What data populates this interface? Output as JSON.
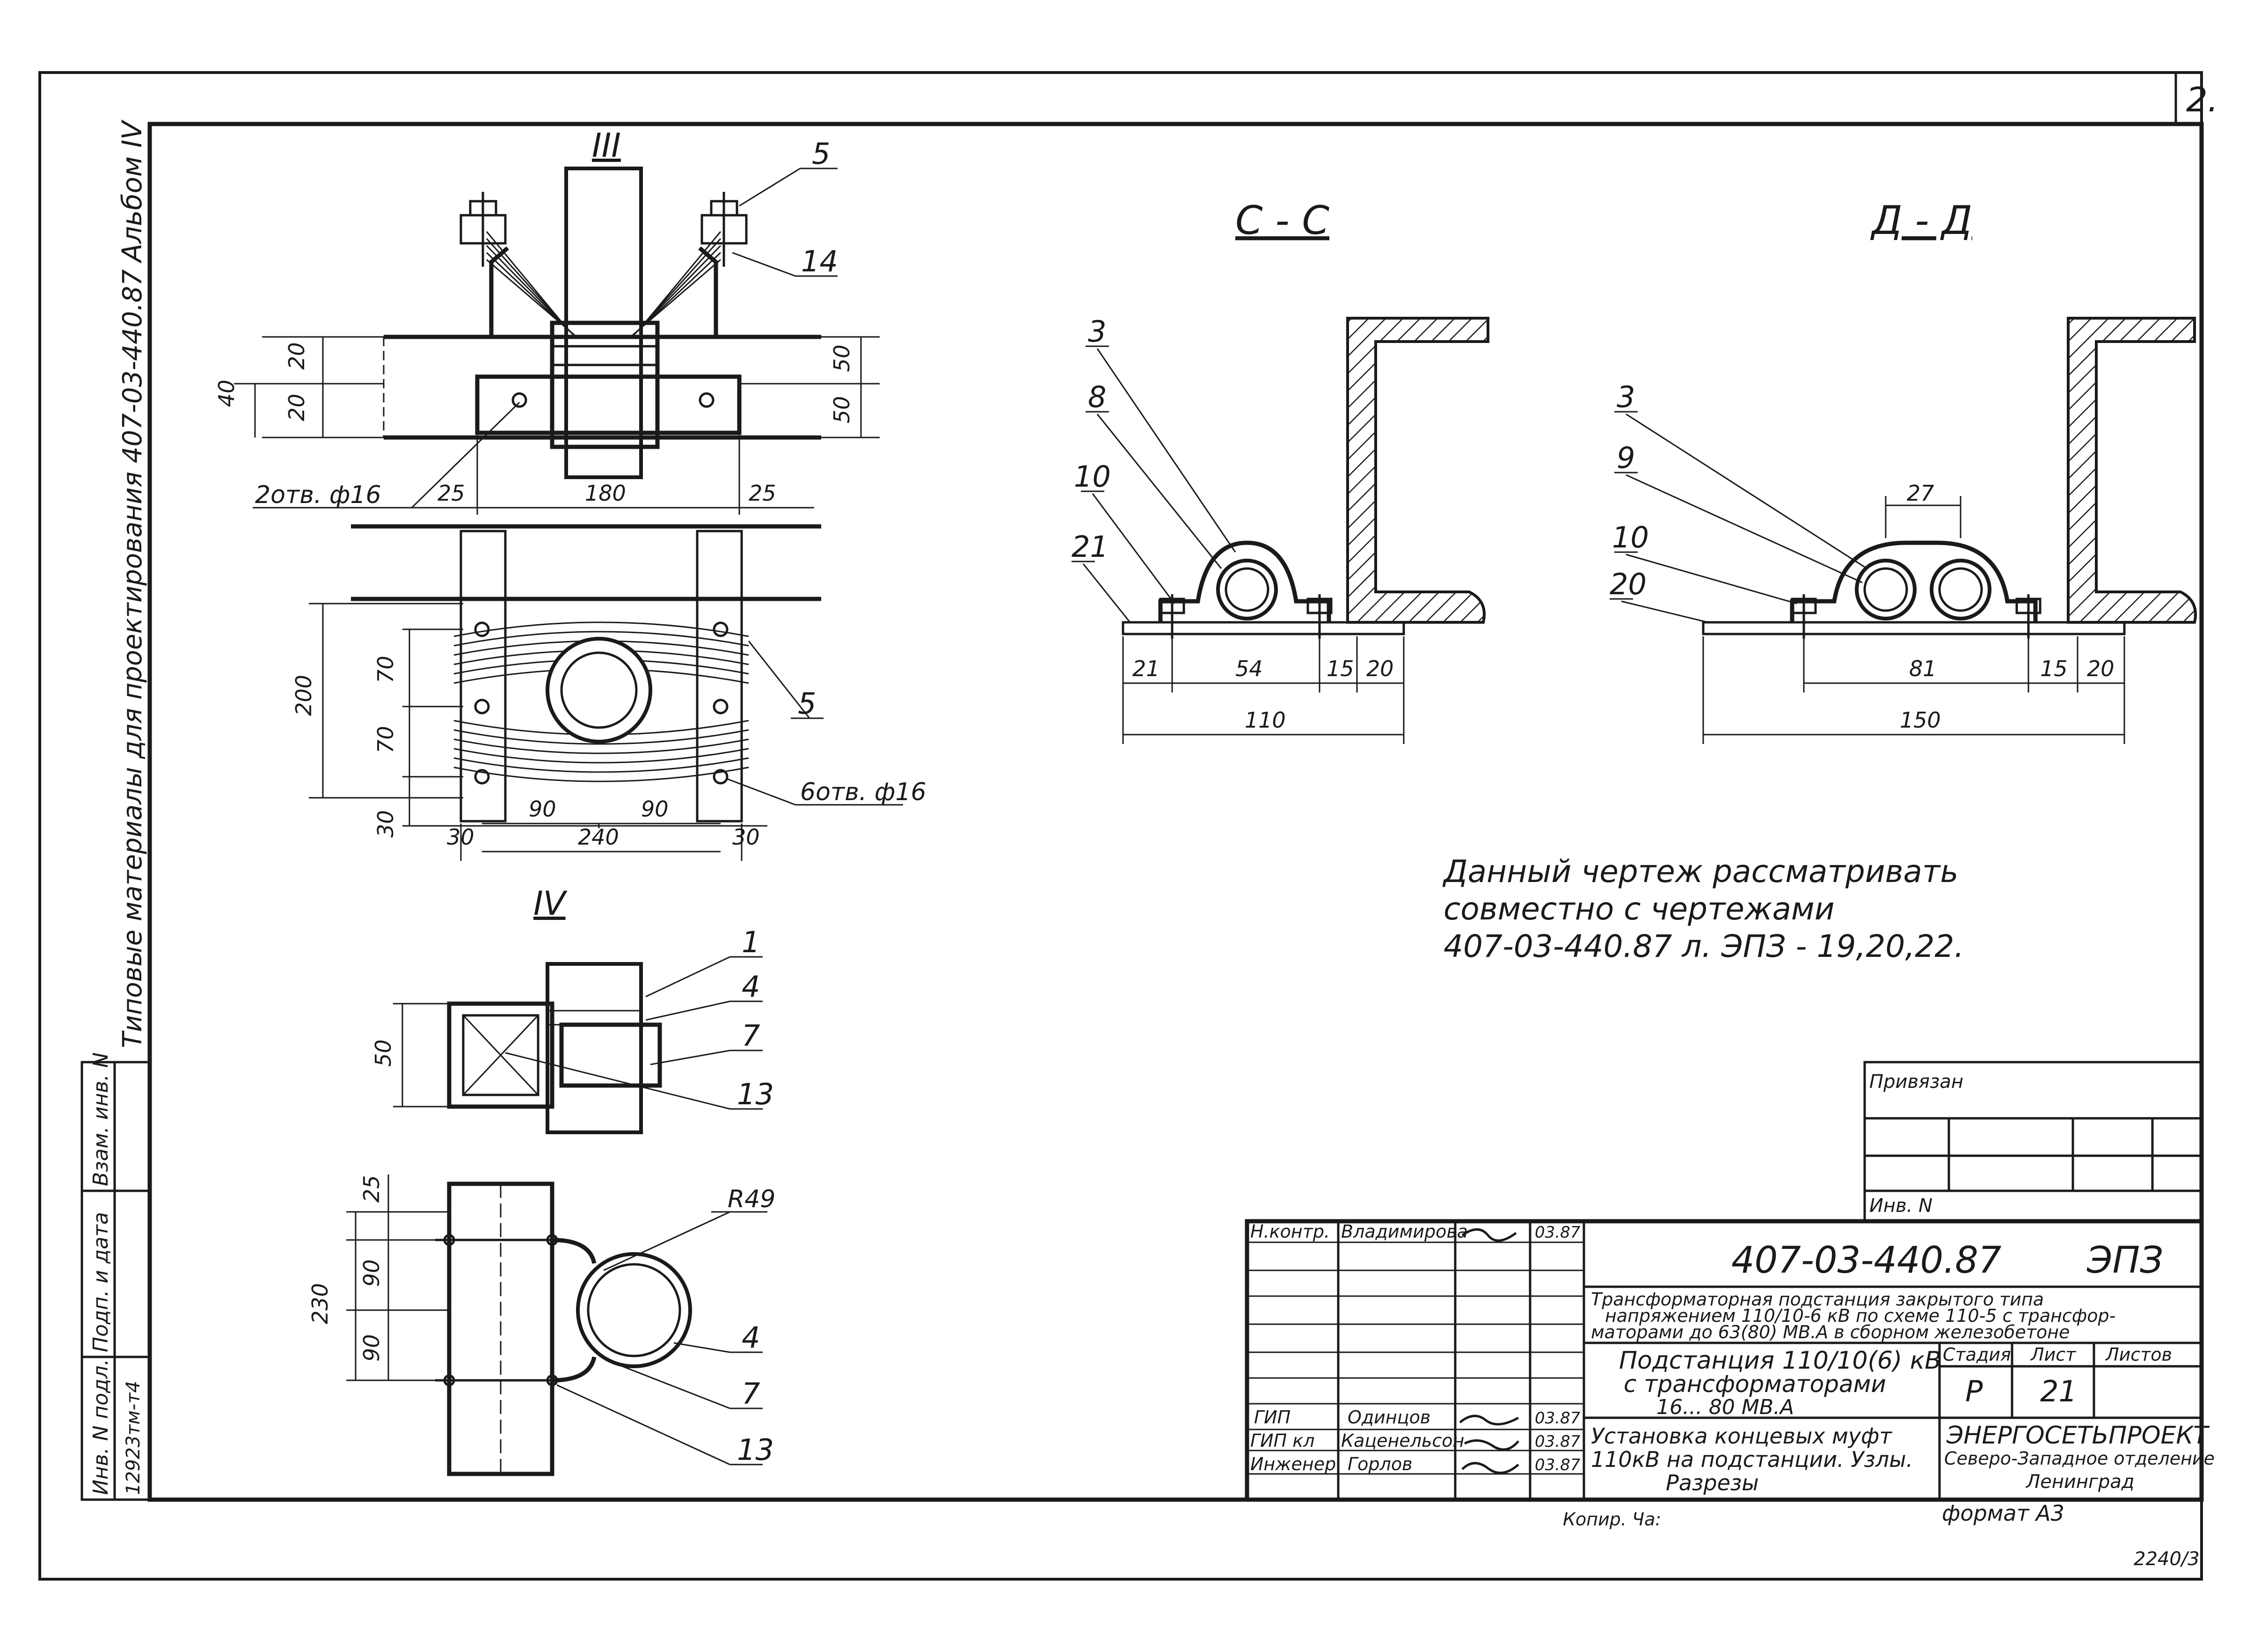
{
  "sheet": {
    "corner_number": "2.",
    "album": "Альбом IV",
    "series_side": "Типовые материалы для проектирования 407-03-440.87",
    "note_lines": [
      "Данный чертеж рассматривать",
      "совместно с чертежами",
      "407-03-440.87 л. ЭПЗ - 19,20,22."
    ],
    "footer_copy": "Копир. Ча:",
    "footer_format": "формат А3",
    "footer_number": "2240/3"
  },
  "views": {
    "v3": {
      "title": "III",
      "callouts": [
        "5",
        "14",
        "5"
      ],
      "holes_top": "2отв. ф16",
      "holes_bottom": "6отв. ф16",
      "dims": [
        "20",
        "20",
        "40",
        "50",
        "50",
        "25",
        "180",
        "25",
        "200",
        "70",
        "70",
        "30",
        "90",
        "90",
        "30",
        "240",
        "30"
      ]
    },
    "v4": {
      "title": "IV",
      "callouts": [
        "1",
        "4",
        "7",
        "13",
        "4",
        "7",
        "13"
      ],
      "radius": "R49",
      "dims": [
        "50",
        "25",
        "90",
        "90",
        "230"
      ]
    },
    "cc": {
      "title": "С - С",
      "callouts": [
        "3",
        "8",
        "10",
        "21"
      ],
      "dims": [
        "21",
        "54",
        "15",
        "20",
        "110"
      ]
    },
    "dd": {
      "title": "Д - Д",
      "callouts": [
        "3",
        "9",
        "10",
        "20"
      ],
      "dims": [
        "27",
        "81",
        "15",
        "20",
        "150"
      ]
    }
  },
  "left_strip": {
    "labels": [
      "Взам. инв. N",
      "Подп. и дата",
      "Инв. N подл."
    ],
    "inv_number": "12923тм-т4"
  },
  "privyazan": {
    "label": "Привязан",
    "inv_label": "Инв. N"
  },
  "title_block": {
    "staff": [
      {
        "role": "Н.контр.",
        "name": "Владимирова",
        "date": "03.87"
      },
      {
        "role": "ГИП",
        "name": "Одинцов",
        "date": "03.87"
      },
      {
        "role": "ГИП кл",
        "name": "Каценельсон",
        "date": "03.87"
      },
      {
        "role": "Инженер",
        "name": "Горлов",
        "date": "03.87"
      }
    ],
    "doc_number": "407-03-440.87",
    "doc_code": "ЭПЗ",
    "project_title": [
      "Трансформаторная подстанция закрытого типа",
      "напряжением 110/10-6 кВ по схеме 110-5 с трансфор-",
      "маторами до 63(80) МВ.А в сборном железобетоне"
    ],
    "object_title": [
      "Подстанция 110/10(6) кВ",
      "с трансформаторами",
      "16... 80 МВ.А"
    ],
    "stage_label": "Стадия",
    "sheet_label": "Лист",
    "sheets_label": "Листов",
    "stage_value": "Р",
    "sheet_value": "21",
    "sheets_value": "",
    "sheet_title": [
      "Установка концевых муфт",
      "110кВ на подстанции. Узлы.",
      "Разрезы"
    ],
    "org": [
      "ЭНЕРГОСЕТЬПРОЕКТ",
      "Северо-Западное отделение",
      "Ленинград"
    ]
  }
}
